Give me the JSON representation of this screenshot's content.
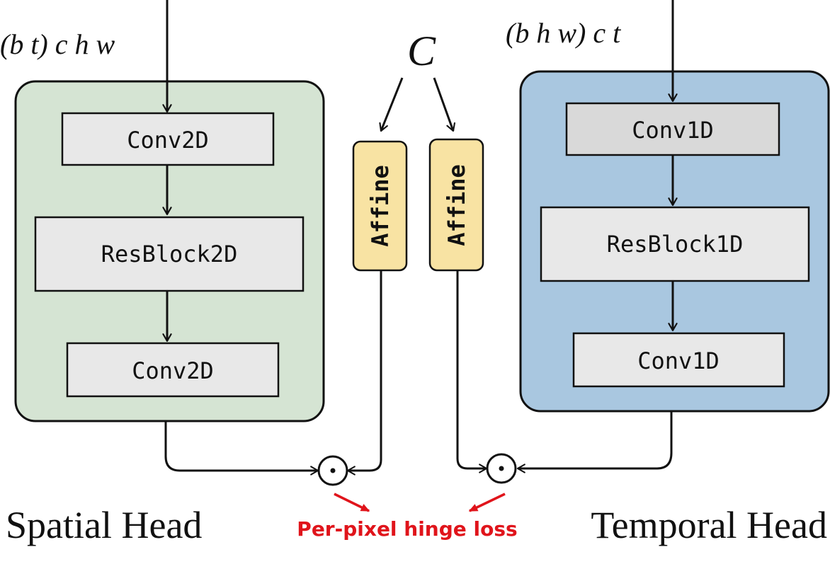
{
  "spatial": {
    "input_shape": "(b t) c h w",
    "blocks": [
      "Conv2D",
      "ResBlock2D",
      "Conv2D"
    ],
    "title": "Spatial Head",
    "fill": "#d5e4d3"
  },
  "temporal": {
    "input_shape": "(b h w) c t",
    "blocks": [
      "Conv1D",
      "ResBlock1D",
      "Conv1D"
    ],
    "title": "Temporal Head",
    "fill": "#a9c7e0"
  },
  "condition": {
    "symbol": "C"
  },
  "affine": {
    "labels": [
      "Affine",
      "Affine"
    ],
    "fill": "#f8e3a3"
  },
  "operator": {
    "symbol": "⊙"
  },
  "loss": {
    "label": "Per-pixel hinge loss",
    "color": "#e0141b"
  },
  "colors": {
    "block_fill": "#e8e8e8",
    "block_fill_dark": "#d9d9d9",
    "stroke": "#111111"
  }
}
